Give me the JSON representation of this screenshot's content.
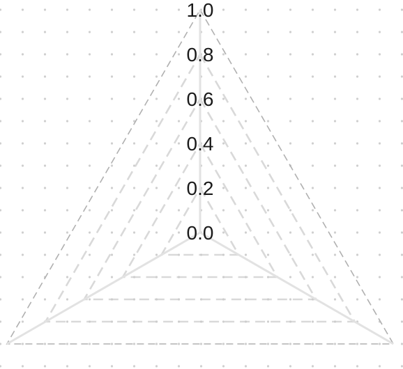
{
  "chart_data": {
    "type": "radar",
    "axes": 3,
    "radial_ticks": [
      "0.0",
      "0.2",
      "0.4",
      "0.6",
      "0.8",
      "1.0"
    ],
    "rlim": [
      0,
      1.0
    ],
    "series": [],
    "grid": true,
    "background": "dotted",
    "legend": "none",
    "colors": {
      "grid_dashed": "#cccccc",
      "outer_frame": "#b0b0b0",
      "spoke": "#e2e2e2",
      "dots": "#cfcfcf",
      "tick_text": "#1a1a1a"
    }
  }
}
